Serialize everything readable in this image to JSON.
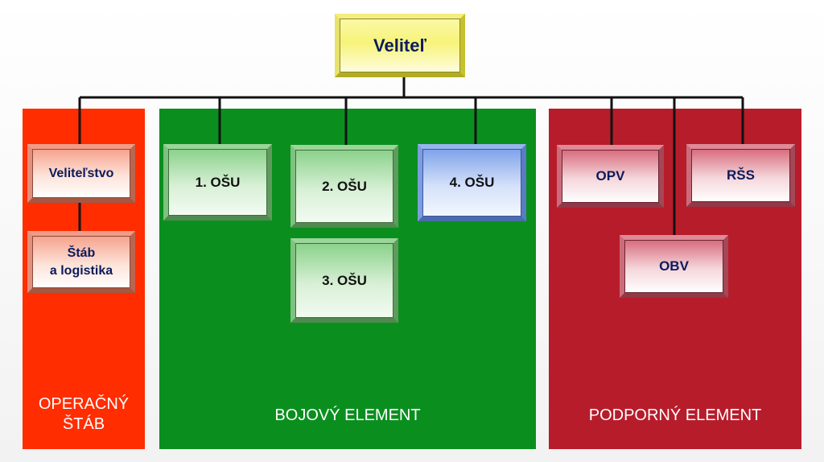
{
  "colors": {
    "operational": "#ff2d00",
    "combat": "#0a8f1e",
    "support": "#b71c2b",
    "connector": "#111111"
  },
  "commander": {
    "label": "Veliteľ"
  },
  "panels": {
    "operational": {
      "label": "OPERAČNÝ ŠTÁB",
      "units": {
        "command": "Veliteľstvo",
        "staff_line1": "Štáb",
        "staff_line2": "a logistika"
      }
    },
    "combat": {
      "label": "BOJOVÝ ELEMENT",
      "units": {
        "u1": "1. OŠU",
        "u2": "2. OŠU",
        "u3": "3. OŠU",
        "u4": "4. OŠU"
      }
    },
    "support": {
      "label": "PODPORNÝ ELEMENT",
      "units": {
        "opv": "OPV",
        "rss": "RŠS",
        "obv": "OBV"
      }
    }
  }
}
